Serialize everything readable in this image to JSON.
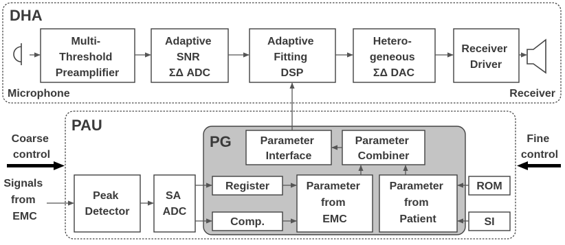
{
  "colors": {
    "stroke": "#404040",
    "text": "#3a3a3a",
    "pg_fill": "#c4c4c4",
    "background": "#ffffff"
  },
  "dha": {
    "title": "DHA",
    "microphone_label": "Microphone",
    "receiver_label": "Receiver",
    "blocks": {
      "preamp": [
        "Multi-",
        "Threshold",
        "Preamplifier"
      ],
      "adc": [
        "Adaptive",
        "SNR",
        "ΣΔ ADC"
      ],
      "dsp": [
        "Adaptive",
        "Fitting",
        "DSP"
      ],
      "dac": [
        "Hetero-",
        "geneous",
        "ΣΔ DAC"
      ],
      "driver": [
        "Receiver",
        "Driver"
      ]
    }
  },
  "pau": {
    "title": "PAU",
    "coarse_control": [
      "Coarse",
      "control"
    ],
    "fine_control": [
      "Fine",
      "control"
    ],
    "signals_from_emc": [
      "Signals",
      "from",
      "EMC"
    ],
    "blocks": {
      "peak": [
        "Peak",
        "Detector"
      ],
      "sa_adc": [
        "SA",
        "ADC"
      ],
      "rom": "ROM",
      "si": "SI"
    }
  },
  "pg": {
    "title": "PG",
    "blocks": {
      "interface": [
        "Parameter",
        "Interface"
      ],
      "combiner": [
        "Parameter",
        "Combiner"
      ],
      "register": "Register",
      "comp": "Comp.",
      "from_emc": [
        "Parameter",
        "from",
        "EMC"
      ],
      "from_patient": [
        "Parameter",
        "from",
        "Patient"
      ]
    }
  }
}
